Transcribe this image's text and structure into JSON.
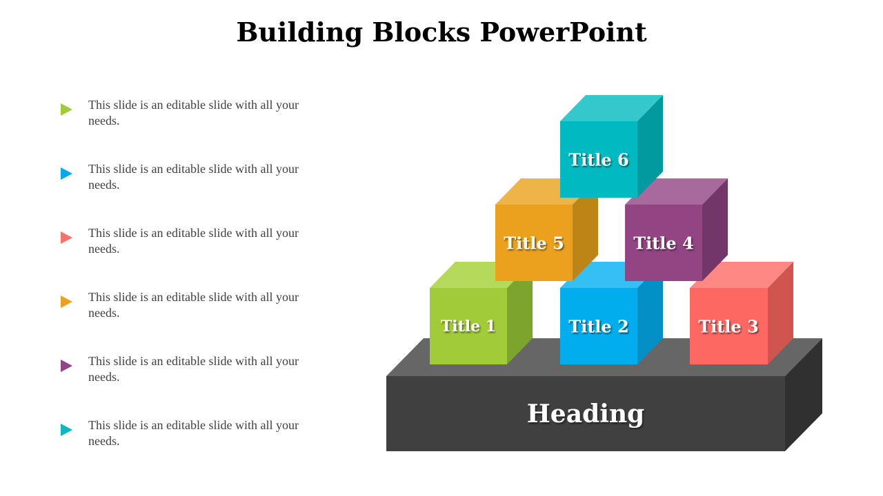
{
  "slide": {
    "title": "Building Blocks PowerPoint"
  },
  "bullets": [
    {
      "text": "This slide is an editable slide with all your needs.",
      "color": "#a1cb39"
    },
    {
      "text": "This slide is an editable slide with all your needs.",
      "color": "#08a9e8"
    },
    {
      "text": "This slide is an editable slide with all your needs.",
      "color": "#f8716a"
    },
    {
      "text": "This slide is an editable slide with all your needs.",
      "color": "#eba11d"
    },
    {
      "text": "This slide is an editable slide with all your needs.",
      "color": "#924487"
    },
    {
      "text": "This slide is an editable slide with all your needs.",
      "color": "#0ab8c1"
    }
  ],
  "base": {
    "label": "Heading",
    "front_color": "#404040",
    "top_color": "#666666",
    "side_color": "#303030"
  },
  "blocks": [
    {
      "label": "Title 1",
      "front": "#a1cb39",
      "top": "#b4d95b",
      "side": "#7da42c"
    },
    {
      "label": "Title 2",
      "front": "#02adee",
      "top": "#34c0f5",
      "side": "#0290c7"
    },
    {
      "label": "Title 3",
      "front": "#fe6862",
      "top": "#fe8883",
      "side": "#d0554f"
    },
    {
      "label": "Title 4",
      "front": "#924483",
      "top": "#a86a9c",
      "side": "#733669"
    },
    {
      "label": "Title 5",
      "front": "#eba11d",
      "top": "#eeb448",
      "side": "#bd8416"
    },
    {
      "label": "Title 6",
      "front": "#01b9c0",
      "top": "#34c8cd",
      "side": "#019a9f"
    }
  ]
}
